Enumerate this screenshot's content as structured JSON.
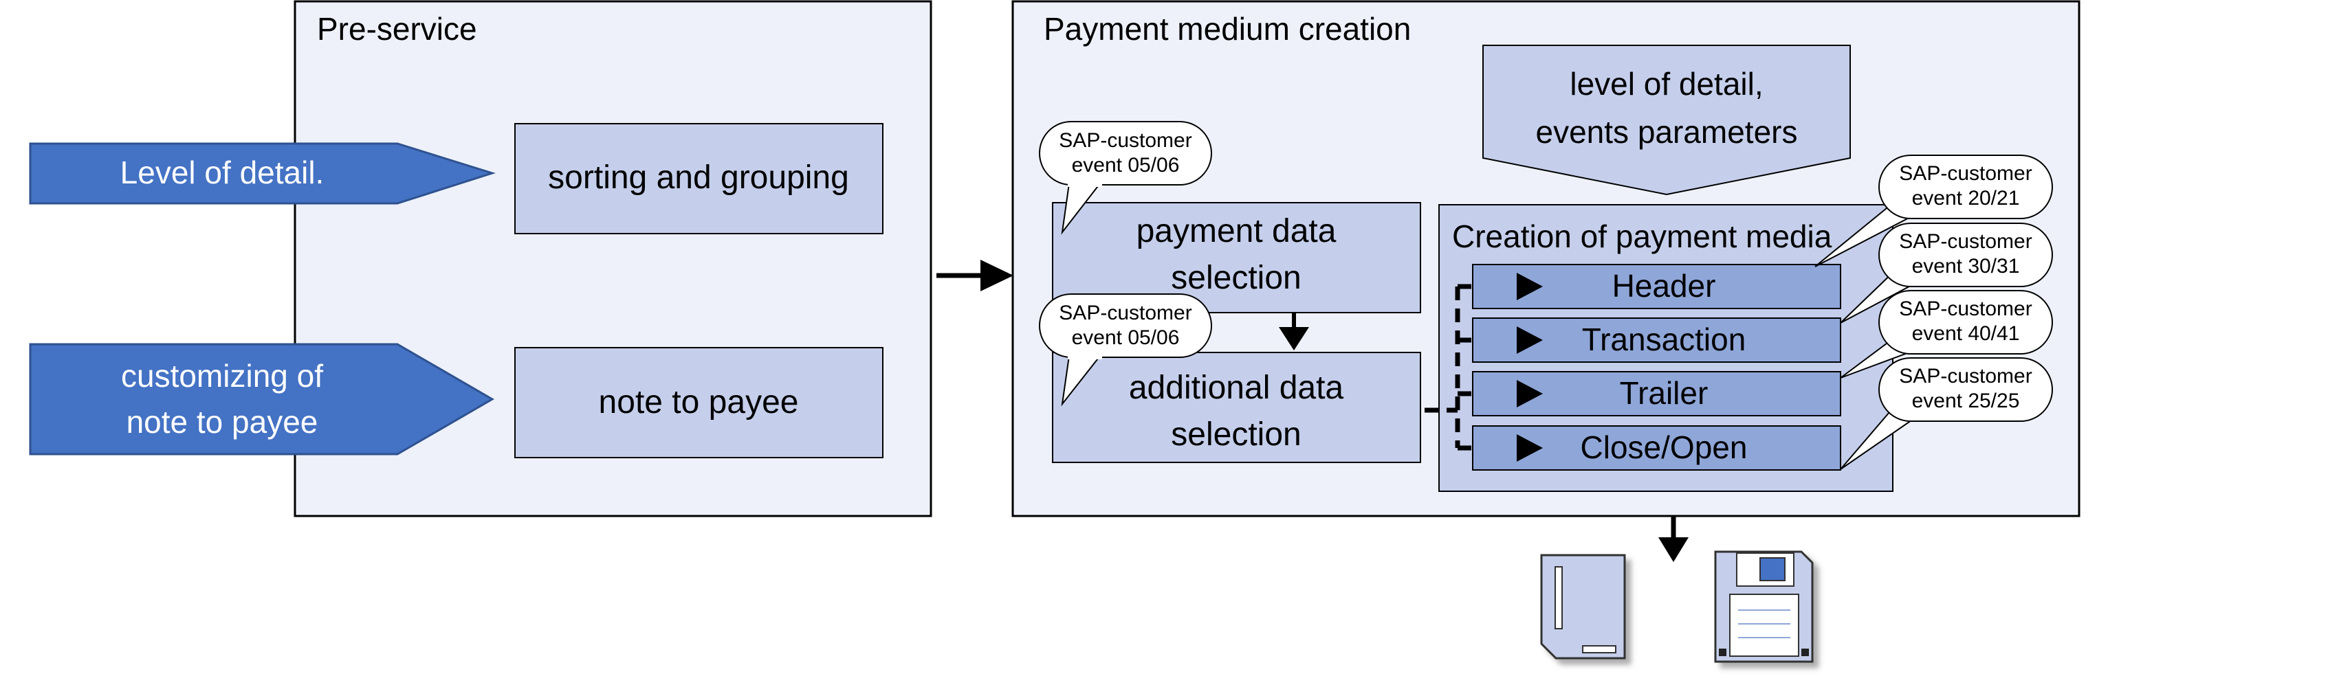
{
  "colors": {
    "panel_fill": "#eef1f9",
    "box_fill": "#c5cfeb",
    "step_fill": "#8fa6d8",
    "arrow_fill": "#4472c4",
    "stroke": "#000000"
  },
  "preservice": {
    "title": "Pre-service",
    "level_arrow_label": "Level of detail.",
    "customizing_arrow_label_1": "customizing of",
    "customizing_arrow_label_2": "note to payee",
    "sorting_box_label": "sorting and grouping",
    "note_box_label": "note to payee"
  },
  "medium": {
    "title": "Payment medium creation",
    "params_arrow_label_1": "level of detail,",
    "params_arrow_label_2": "events parameters",
    "payment_selection_label_1": "payment data",
    "payment_selection_label_2": "selection",
    "additional_selection_label_1": "additional data",
    "additional_selection_label_2": "selection",
    "creation_title": "Creation of payment media",
    "steps": [
      "Header",
      "Transaction",
      "Trailer",
      "Close/Open"
    ]
  },
  "callouts": [
    {
      "line1": "SAP-customer",
      "line2": "event 05/06"
    },
    {
      "line1": "SAP-customer",
      "line2": "event 05/06"
    },
    {
      "line1": "SAP-customer",
      "line2": "event 20/21"
    },
    {
      "line1": "SAP-customer",
      "line2": "event 30/31"
    },
    {
      "line1": "SAP-customer",
      "line2": "event 40/41"
    },
    {
      "line1": "SAP-customer",
      "line2": "event 25/25"
    }
  ],
  "outputs": {
    "document_icon": "document-icon",
    "floppy_icon": "floppy-disk-icon"
  }
}
